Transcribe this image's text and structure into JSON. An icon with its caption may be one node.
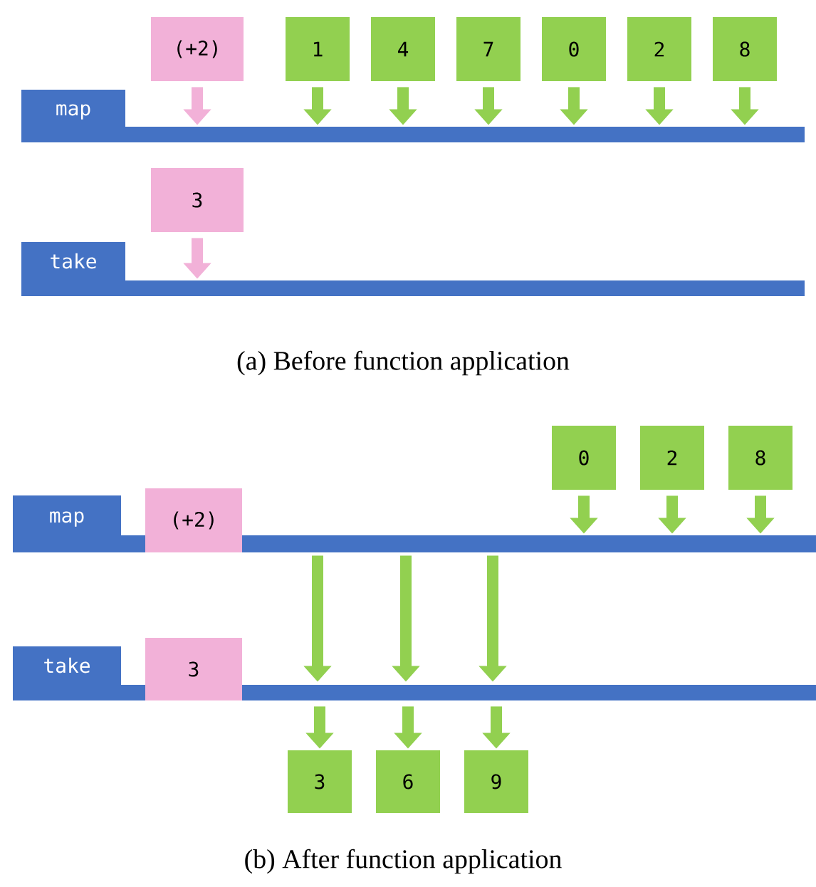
{
  "diagram": {
    "nodes": [
      {
        "text": [
          "map"
        ]
      },
      {
        "text": [
          "(+2)"
        ]
      },
      {
        "text": [
          "1"
        ]
      },
      {
        "text": [
          "4"
        ]
      },
      {
        "text": [
          "7"
        ]
      },
      {
        "text": [
          "0"
        ]
      },
      {
        "text": [
          "2"
        ]
      },
      {
        "text": [
          "8"
        ]
      },
      {
        "text": [
          "3"
        ]
      },
      {
        "text": [
          "take"
        ]
      },
      {
        "text": [
          "0"
        ]
      },
      {
        "text": [
          "2"
        ]
      },
      {
        "text": [
          "8"
        ]
      },
      {
        "text": [
          "map"
        ]
      },
      {
        "text": [
          "(+2)"
        ]
      },
      {
        "text": [
          "take"
        ]
      },
      {
        "text": [
          "3"
        ]
      },
      {
        "text": [
          "3"
        ]
      },
      {
        "text": [
          "6"
        ]
      },
      {
        "text": [
          "9"
        ]
      }
    ],
    "edges": [
      {
        "from": 1,
        "to": 0,
        "arrow": "to",
        "color": "#f2b1d8"
      },
      {
        "from": 2,
        "to": 0,
        "arrow": "to"
      },
      {
        "from": 3,
        "to": 0,
        "arrow": "to"
      },
      {
        "from": 4,
        "to": 0,
        "arrow": "to"
      },
      {
        "from": 5,
        "to": 0,
        "arrow": "to"
      },
      {
        "from": 6,
        "to": 0,
        "arrow": "to"
      },
      {
        "from": 7,
        "to": 0,
        "arrow": "to"
      },
      {
        "from": 8,
        "to": 9,
        "arrow": "to",
        "color": "#f2b1d8"
      },
      {
        "from": 10,
        "to": 13,
        "arrow": "to"
      },
      {
        "from": 11,
        "to": 13,
        "arrow": "to"
      },
      {
        "from": 12,
        "to": 13,
        "arrow": "to"
      },
      {
        "from": 13,
        "to": 15,
        "arrow": "to"
      },
      {
        "from": 13,
        "to": 15,
        "arrow": "to"
      },
      {
        "from": 13,
        "to": 15,
        "arrow": "to"
      },
      {
        "from": 15,
        "to": 17,
        "arrow": "to"
      },
      {
        "from": 15,
        "to": 18,
        "arrow": "to"
      },
      {
        "from": 15,
        "to": 19,
        "arrow": "to"
      }
    ],
    "labels": [
      "(a)   Before function application",
      "(b) After function application"
    ]
  }
}
